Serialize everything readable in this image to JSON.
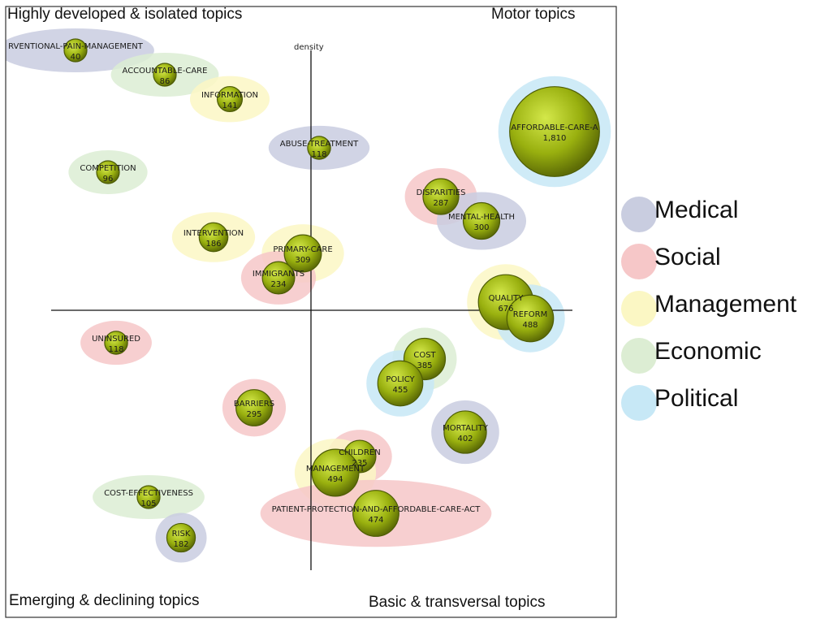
{
  "quadrants": {
    "top_left": "Highly developed & isolated topics",
    "top_right": "Motor topics",
    "bottom_left": "Emerging & declining topics",
    "bottom_right": "Basic & transversal topics"
  },
  "legend": [
    {
      "name": "Medical",
      "color": "#c9cde0"
    },
    {
      "name": "Social",
      "color": "#f6c7c8"
    },
    {
      "name": "Management",
      "color": "#fbf7c4"
    },
    {
      "name": "Economic",
      "color": "#dcedd3"
    },
    {
      "name": "Political",
      "color": "#c7e8f6"
    }
  ],
  "chart_data": {
    "type": "scatter",
    "title": "",
    "xlabel": "",
    "ylabel": "density",
    "xlim": [
      -32,
      37
    ],
    "ylim": [
      -32,
      37
    ],
    "grid": false,
    "legend_position": "right",
    "colors": {
      "node_fill": "#99b00f",
      "node_stroke": "#4d5c05"
    },
    "points": [
      {
        "label": "RVENTIONAL-PAIN-MANAGEMENT",
        "value": "40",
        "category": "Medical",
        "x": -29,
        "y": 32
      },
      {
        "label": "ACCOUNTABLE-CARE",
        "value": "86",
        "category": "Economic",
        "x": -18,
        "y": 29
      },
      {
        "label": "INFORMATION",
        "value": "141",
        "category": "Management",
        "x": -10,
        "y": 26
      },
      {
        "label": "ABUSE-TREATMENT",
        "value": "118",
        "category": "Medical",
        "x": 1,
        "y": 20
      },
      {
        "label": "AFFORDABLE-CARE-A",
        "value": "1,810",
        "category": "Political",
        "x": 30,
        "y": 22
      },
      {
        "label": "COMPETITION",
        "value": "96",
        "category": "Economic",
        "x": -25,
        "y": 17
      },
      {
        "label": "DISPARITIES",
        "value": "287",
        "category": "Social",
        "x": 16,
        "y": 14
      },
      {
        "label": "MENTAL-HEALTH",
        "value": "300",
        "category": "Medical",
        "x": 21,
        "y": 11
      },
      {
        "label": "INTERVENTION",
        "value": "186",
        "category": "Management",
        "x": -12,
        "y": 9
      },
      {
        "label": "PRIMARY-CARE",
        "value": "309",
        "category": "Management",
        "x": -1,
        "y": 7
      },
      {
        "label": "IMMIGRANTS",
        "value": "234",
        "category": "Social",
        "x": -4,
        "y": 4
      },
      {
        "label": "QUALITY",
        "value": "676",
        "category": "Management",
        "x": 24,
        "y": 1
      },
      {
        "label": "REFORM",
        "value": "488",
        "category": "Political",
        "x": 27,
        "y": -1
      },
      {
        "label": "UNINSURED",
        "value": "118",
        "category": "Social",
        "x": -24,
        "y": -4
      },
      {
        "label": "COST",
        "value": "385",
        "category": "Economic",
        "x": 14,
        "y": -6
      },
      {
        "label": "POLICY",
        "value": "455",
        "category": "Political",
        "x": 11,
        "y": -9
      },
      {
        "label": "BARRIERS",
        "value": "295",
        "category": "Social",
        "x": -7,
        "y": -12
      },
      {
        "label": "MORTALITY",
        "value": "402",
        "category": "Medical",
        "x": 19,
        "y": -15
      },
      {
        "label": "CHILDREN",
        "value": "235",
        "category": "Social",
        "x": 6,
        "y": -18
      },
      {
        "label": "MANAGEMENT",
        "value": "494",
        "category": "Management",
        "x": 3,
        "y": -20
      },
      {
        "label": "COST-EFFECTIVENESS",
        "value": "105",
        "category": "Economic",
        "x": -20,
        "y": -23
      },
      {
        "label": "PATIENT-PROTECTION-AND-AFFORDABLE-CARE-ACT",
        "value": "474",
        "category": "Social",
        "x": 8,
        "y": -25
      },
      {
        "label": "RISK",
        "value": "182",
        "category": "Medical",
        "x": -16,
        "y": -28
      }
    ]
  }
}
